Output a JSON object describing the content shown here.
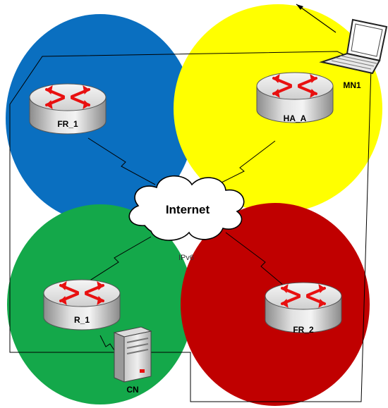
{
  "network": {
    "internet_label": "Internet",
    "protocol_label": "IPv6",
    "zones": [
      {
        "id": "zone-fr1",
        "color": "#0a6fc0"
      },
      {
        "id": "zone-ha",
        "color": "#ffff00"
      },
      {
        "id": "zone-r1",
        "color": "#14a84a"
      },
      {
        "id": "zone-fr2",
        "color": "#c00000"
      }
    ],
    "routers": [
      {
        "id": "fr1",
        "label": "FR_1"
      },
      {
        "id": "ha",
        "label": "HA_A"
      },
      {
        "id": "r1",
        "label": "R_1"
      },
      {
        "id": "fr2",
        "label": "FR_2"
      }
    ],
    "mobile_node": {
      "label": "MN1"
    },
    "correspondent_node": {
      "label": "CN"
    },
    "router_arrow_color": "#e81010"
  }
}
